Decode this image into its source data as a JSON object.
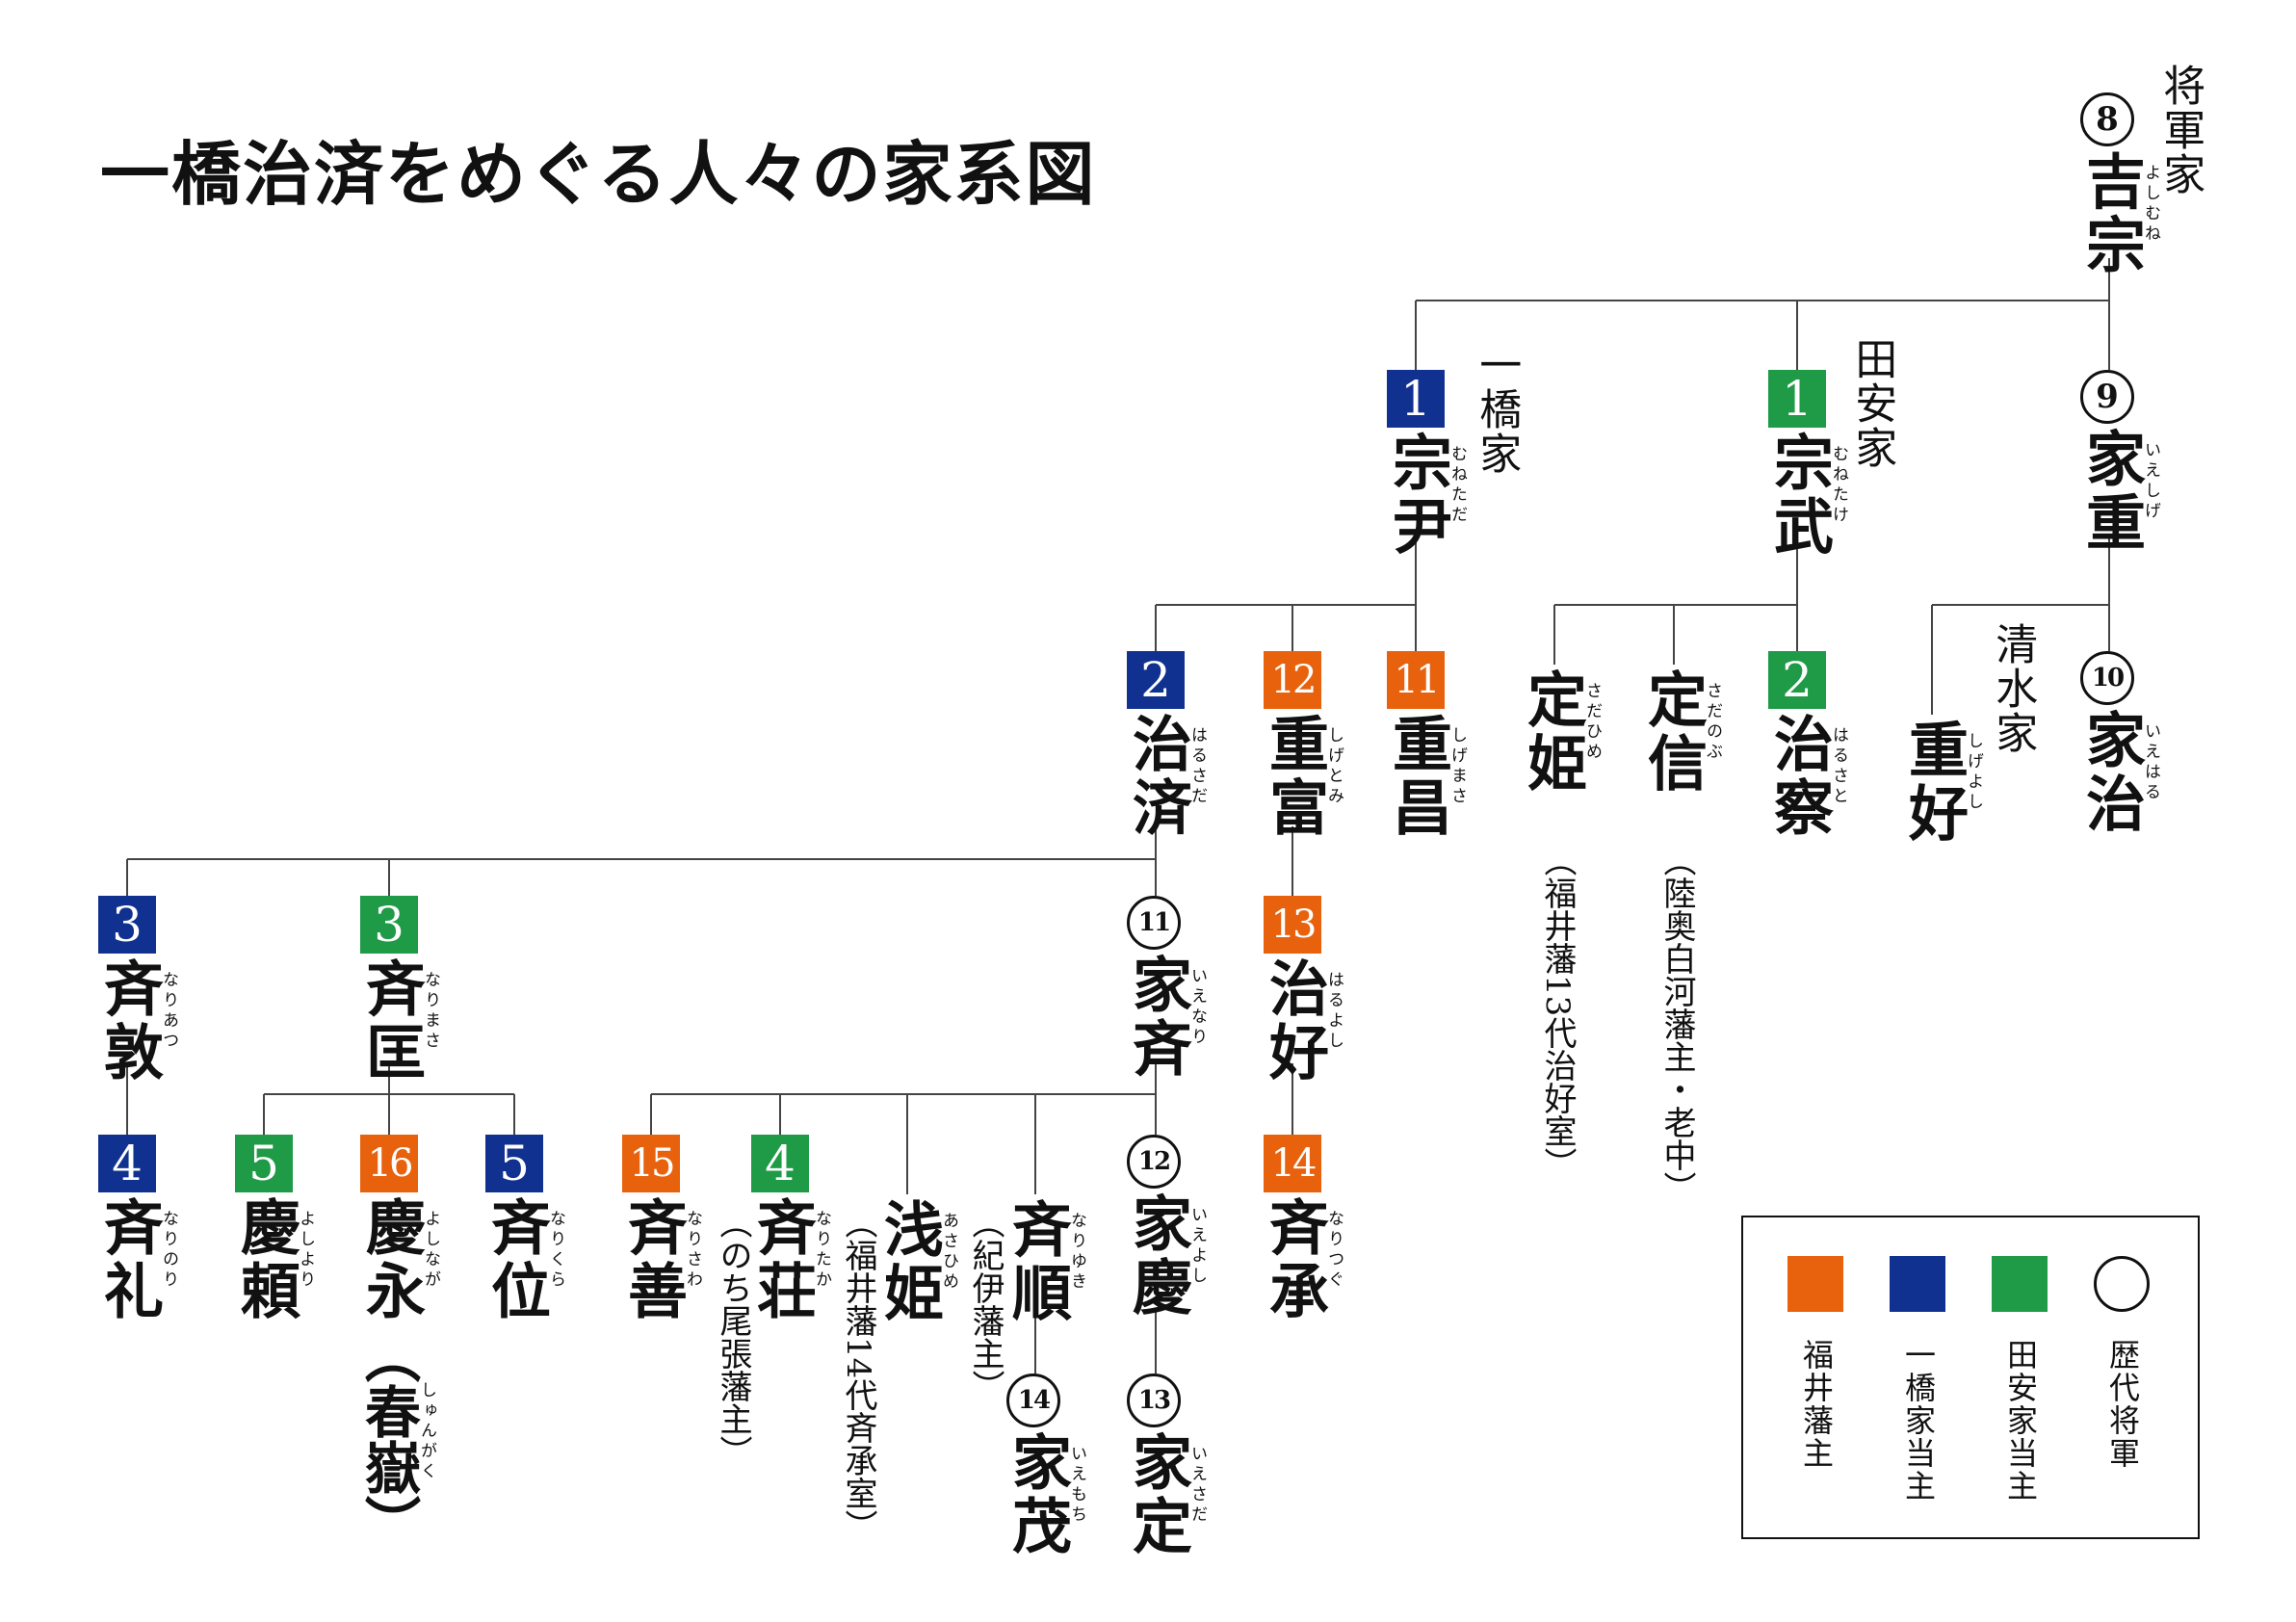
{
  "title": "一橋治済をめぐる人々の家系図",
  "colors": {
    "fukui": "#e8620e",
    "hitotsubashi": "#10318f",
    "tayasu": "#1f9a46",
    "line": "#444444"
  },
  "labels": {
    "shogun": "将軍家",
    "hitotsubashi": "一橋家",
    "tayasu": "田安家",
    "shimizu": "清水家"
  },
  "people": {
    "yoshimune": {
      "badge": "8",
      "kind": "shogun",
      "name": "吉宗",
      "ruby": "よしむね"
    },
    "munetada": {
      "badge": "1",
      "kind": "hitotsubashi",
      "name": "宗尹",
      "ruby": "むねただ"
    },
    "munetake": {
      "badge": "1",
      "kind": "tayasu",
      "name": "宗武",
      "ruby": "むねたけ"
    },
    "ieshige": {
      "badge": "9",
      "kind": "shogun",
      "name": "家重",
      "ruby": "いえしげ"
    },
    "harusada": {
      "badge": "2",
      "kind": "hitotsubashi",
      "name": "治済",
      "ruby": "はるさだ"
    },
    "shigetomi": {
      "badge": "12",
      "kind": "fukui",
      "name": "重富",
      "ruby": "しげとみ"
    },
    "shigemasa": {
      "badge": "11",
      "kind": "fukui",
      "name": "重昌",
      "ruby": "しげまさ"
    },
    "sadahime": {
      "badge": "",
      "kind": "none",
      "name": "定姫",
      "ruby": "さだひめ",
      "note": "（福井藩13代治好室）"
    },
    "sadanobu": {
      "badge": "",
      "kind": "none",
      "name": "定信",
      "ruby": "さだのぶ",
      "note": "（陸奥白河藩主・老中）"
    },
    "harusato": {
      "badge": "2",
      "kind": "tayasu",
      "name": "治察",
      "ruby": "はるさと"
    },
    "shigeyoshi": {
      "badge": "",
      "kind": "none",
      "name": "重好",
      "ruby": "しげよし"
    },
    "ieharu": {
      "badge": "10",
      "kind": "shogun",
      "name": "家治",
      "ruby": "いえはる"
    },
    "nariatsu": {
      "badge": "3",
      "kind": "hitotsubashi",
      "name": "斉敦",
      "ruby": "なりあつ"
    },
    "narimasa": {
      "badge": "3",
      "kind": "tayasu",
      "name": "斉匡",
      "ruby": "なりまさ"
    },
    "ienari": {
      "badge": "11",
      "kind": "shogun",
      "name": "家斉",
      "ruby": "いえなり"
    },
    "haruyoshi": {
      "badge": "13",
      "kind": "fukui",
      "name": "治好",
      "ruby": "はるよし"
    },
    "narinori": {
      "badge": "4",
      "kind": "hitotsubashi",
      "name": "斉礼",
      "ruby": "なりのり"
    },
    "yoshiyori": {
      "badge": "5",
      "kind": "tayasu",
      "name": "慶頼",
      "ruby": "よしより"
    },
    "yoshinaga": {
      "badge": "16",
      "kind": "fukui",
      "name": "慶永",
      "ruby": "よしなが",
      "sub": "（春嶽）",
      "subruby": "しゅんがく"
    },
    "narikura": {
      "badge": "5",
      "kind": "hitotsubashi",
      "name": "斉位",
      "ruby": "なりくら"
    },
    "narisawa": {
      "badge": "15",
      "kind": "fukui",
      "name": "斉善",
      "ruby": "なりさわ"
    },
    "naritaka": {
      "badge": "4",
      "kind": "tayasu",
      "name": "斉荘",
      "ruby": "なりたか",
      "note": "（のち尾張藩主）"
    },
    "asahime": {
      "badge": "",
      "kind": "none",
      "name": "浅姫",
      "ruby": "あさひめ",
      "note": "（福井藩14代斉承室）"
    },
    "nariyuki": {
      "badge": "",
      "kind": "none",
      "name": "斉順",
      "ruby": "なりゆき",
      "note": "（紀伊藩主）"
    },
    "ieyoshi": {
      "badge": "12",
      "kind": "shogun",
      "name": "家慶",
      "ruby": "いえよし"
    },
    "naritsugu": {
      "badge": "14",
      "kind": "fukui",
      "name": "斉承",
      "ruby": "なりつぐ"
    },
    "iemochi": {
      "badge": "14",
      "kind": "shogun",
      "name": "家茂",
      "ruby": "いえもち"
    },
    "iesada": {
      "badge": "13",
      "kind": "shogun",
      "name": "家定",
      "ruby": "いえさだ"
    }
  },
  "legend": {
    "fukui": "福井藩主",
    "hitotsubashi": "一橋家当主",
    "tayasu": "田安家当主",
    "shogun": "歴代将軍"
  }
}
